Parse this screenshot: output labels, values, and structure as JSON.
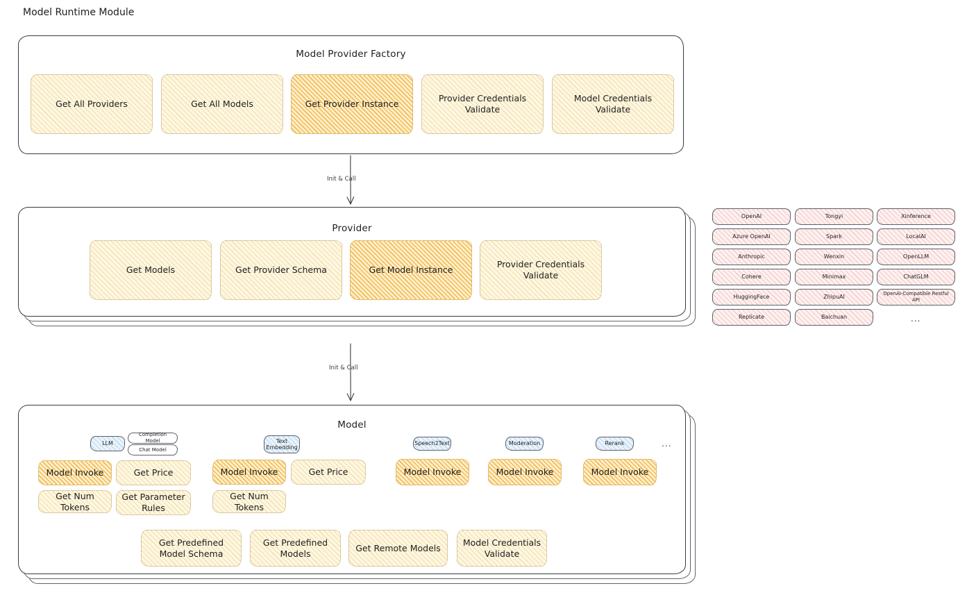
{
  "title": "Model Runtime Module",
  "factory": {
    "title": "Model Provider Factory",
    "nodes": [
      {
        "label": "Get All Providers",
        "highlight": false
      },
      {
        "label": "Get All Models",
        "highlight": false
      },
      {
        "label": "Get Provider Instance",
        "highlight": true
      },
      {
        "label": "Provider Credentials Validate",
        "highlight": false
      },
      {
        "label": "Model Credentials Validate",
        "highlight": false
      }
    ]
  },
  "arrow1": {
    "label": "Init & Call"
  },
  "arrow2": {
    "label": "Init & Call"
  },
  "provider": {
    "title": "Provider",
    "nodes": [
      {
        "label": "Get Models",
        "highlight": false
      },
      {
        "label": "Get Provider Schema",
        "highlight": false
      },
      {
        "label": "Get Model Instance",
        "highlight": true
      },
      {
        "label": "Provider Credentials Validate",
        "highlight": false
      }
    ]
  },
  "provider_list": {
    "columns": [
      [
        "OpenAI",
        "Azure OpenAI",
        "Anthropic",
        "Cohere",
        "HuggingFace",
        "Replicate"
      ],
      [
        "Tongyi",
        "Spark",
        "Wenxin",
        "Minimax",
        "ZhipuAI",
        "Baichuan"
      ],
      [
        "Xinference",
        "LocalAI",
        "OpenLLM",
        "ChatGLM",
        "OpenAI-Compatible Restful API"
      ]
    ],
    "more": "..."
  },
  "model": {
    "title": "Model",
    "more": "...",
    "types": [
      {
        "name": "LLM",
        "sub": [
          "Completion Model",
          "Chat Model"
        ]
      },
      {
        "name": "Text Embedding",
        "sub": []
      },
      {
        "name": "Speech2Text",
        "sub": []
      },
      {
        "name": "Moderation",
        "sub": []
      },
      {
        "name": "Rerank",
        "sub": []
      }
    ],
    "ops": {
      "llm": [
        {
          "label": "Model Invoke",
          "highlight": true
        },
        {
          "label": "Get Price",
          "highlight": false
        },
        {
          "label": "Get Num Tokens",
          "highlight": false
        },
        {
          "label": "Get Parameter Rules",
          "highlight": false
        }
      ],
      "text_embedding": [
        {
          "label": "Model Invoke",
          "highlight": true
        },
        {
          "label": "Get Price",
          "highlight": false
        },
        {
          "label": "Get Num Tokens",
          "highlight": false
        }
      ],
      "speech2text": [
        {
          "label": "Model Invoke",
          "highlight": true
        }
      ],
      "moderation": [
        {
          "label": "Model Invoke",
          "highlight": true
        }
      ],
      "rerank": [
        {
          "label": "Model Invoke",
          "highlight": true
        }
      ]
    },
    "common": [
      {
        "label": "Get Predefined Model Schema",
        "highlight": false
      },
      {
        "label": "Get Predefined Models",
        "highlight": false
      },
      {
        "label": "Get Remote Models",
        "highlight": false
      },
      {
        "label": "Model Credentials Validate",
        "highlight": false
      }
    ]
  },
  "colors": {
    "stroke": "#343a40",
    "cream": "#fdf7e3",
    "amber": "#fdefcf",
    "pink": "#fdf1f0",
    "blue": "#ebf4fb"
  }
}
